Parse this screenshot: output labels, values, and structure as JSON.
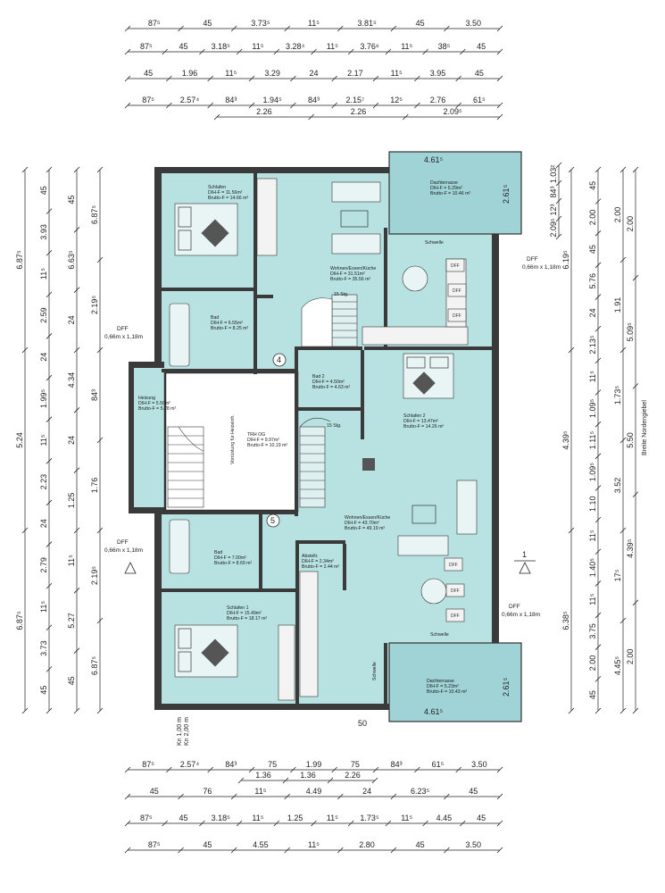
{
  "top_dimensions": [
    [
      "87⁵",
      "45",
      "3.73⁵",
      "11⁵",
      "3.81⁵",
      "45",
      "3.50"
    ],
    [
      "87⁵",
      "45",
      "3.18⁵",
      "11⁵",
      "3.28⁴",
      "11⁵",
      "3.76⁶",
      "11⁵",
      "38⁵",
      "45"
    ],
    [
      "45",
      "1.96",
      "11⁵",
      "3.29",
      "24",
      "2.17",
      "11⁵",
      "3.95",
      "45"
    ],
    [
      "87⁵",
      "2.57⁴",
      "84³",
      "1.94⁵",
      "84³",
      "2.15⁷",
      "12⁵",
      "2.76",
      "61⁵"
    ],
    [
      "2.26",
      "2.26",
      "2.09⁵"
    ]
  ],
  "bottom_dimensions": [
    [
      "87⁵",
      "2.57⁴",
      "84³",
      "75",
      "1.99",
      "75",
      "84³",
      "61⁵",
      "3.50"
    ],
    [
      "1.36",
      "1.36",
      "2.26"
    ],
    [
      "45",
      "76",
      "11⁵",
      "4.49",
      "24",
      "6.23⁵",
      "45"
    ],
    [
      "87⁵",
      "45",
      "3.18⁵",
      "11⁵",
      "1.25",
      "11⁵",
      "1.73⁵",
      "11⁵",
      "4.45",
      "45"
    ],
    [
      "87⁵",
      "45",
      "4.55",
      "11⁵",
      "2.80",
      "45",
      "3.50"
    ]
  ],
  "left_dimensions": [
    [
      "6.87⁵",
      "5.24",
      "6.87⁵"
    ],
    [
      "45",
      "3.93",
      "11⁵",
      "2.59",
      "24",
      "1.99⁵",
      "11⁵",
      "2.23",
      "24",
      "2.79",
      "11⁵",
      "3.73",
      "45"
    ],
    [
      "45",
      "6.63⁵",
      "24",
      "4.34",
      "24",
      "1.25",
      "11⁵",
      "5.27",
      "45"
    ],
    [
      "6.87⁵",
      "2.19⁵",
      "84³",
      "1.76",
      "2.19⁵",
      "6.87⁵"
    ]
  ],
  "right_dimensions": [
    [
      "1.03²",
      "84³",
      "12³",
      "2.09⁵"
    ],
    [
      "6.19⁵",
      "4.39⁵",
      "6.38⁵"
    ],
    [
      "45",
      "2.00",
      "45",
      "5.76",
      "24",
      "2.13⁵",
      "11⁵",
      "1.09⁵",
      "1.11⁵",
      "1.09⁵",
      "1.10",
      "11⁵",
      "1.40⁵",
      "11⁵",
      "3.75",
      "2.00",
      "45"
    ],
    [
      "2.00",
      "1.91",
      "1.73⁵",
      "3.52",
      "17⁵",
      "4.45⁵"
    ],
    [
      "2.00",
      "5.09⁵",
      "5.50",
      "4.39⁵",
      "2.00"
    ]
  ],
  "right_note": "Breite Nordengiebel",
  "section_marker": "1",
  "rooms": {
    "schlafen_top": {
      "name": "Schlafen",
      "dih": "DIH-F = 11.56m²",
      "brutto": "Brutto-F = 14.66 m²"
    },
    "bad_top": {
      "name": "Bad",
      "dih": "DIH-F = 6.55m²",
      "brutto": "Brutto-F = 8.25 m²"
    },
    "wohnen_top": {
      "name": "Wohnen/Essen/Küche",
      "dih": "DIH-F = 31.51m²",
      "brutto": "Brutto-F = 35.56 m²"
    },
    "terrasse_top": {
      "name": "Dachterrasse",
      "dih": "DIH-F = 5.29m²",
      "brutto": "Brutto-F = 10.46 m²"
    },
    "heizung": {
      "name": "Heizung",
      "dih": "DIH-F = 5.50m²",
      "brutto": "Brutto-F = 5.78 m²"
    },
    "trh": {
      "name": "TRH OG",
      "dih": "DIH-F = 9.97m²",
      "brutto": "Brutto-F = 10.19 m²"
    },
    "vorrueistung": {
      "name": "Vorrüstung für Heizeinh."
    },
    "bad2": {
      "name": "Bad 2",
      "dih": "DIH-F = 4.50m²",
      "brutto": "Brutto-F = 4.63 m²"
    },
    "schlafen2": {
      "name": "Schlafen 2",
      "dih": "DIH-F = 13.47m²",
      "brutto": "Brutto-F = 14.26 m²"
    },
    "wohnen_bottom": {
      "name": "Wohnen/Essen/Küche",
      "dih": "DIH-F = 43.70m²",
      "brutto": "Brutto-F = 49.19 m²"
    },
    "bad_bottom": {
      "name": "Bad",
      "dih": "DIH-F = 7.00m²",
      "brutto": "Brutto-F = 8.69 m²"
    },
    "abstellraum": {
      "name": "Abstellr.",
      "dih": "DIH-F = 2.34m²",
      "brutto": "Brutto-F = 2.44 m²"
    },
    "schlafen1": {
      "name": "Schlafen 1",
      "dih": "DIH-F = 15.49m²",
      "brutto": "Brutto-F = 18.17 m²"
    },
    "terrasse_bottom": {
      "name": "Dachterrasse",
      "dih": "DIH-F = 5.23m²",
      "brutto": "Brutto-F = 10.43 m²"
    }
  },
  "stair_labels": {
    "top": "15 Stg.",
    "bottom": "15 Stg."
  },
  "terrace_dims": {
    "top": "4.61⁵",
    "bottom": "4.61⁵",
    "side_top": "2.61⁵",
    "side_bottom": "2.61⁵"
  },
  "dff": {
    "left_top": {
      "label": "DFF",
      "size": "0,66m x 1,18m"
    },
    "left_bottom": {
      "label": "DFF",
      "size": "0,66m x 1,18m"
    },
    "right_top": {
      "label": "DFF",
      "size": "0,66m x 1,18m"
    },
    "right_bottom": {
      "label": "DFF",
      "size": "0,66m x 1,18m"
    }
  },
  "schwelle": [
    "Schwelle",
    "Schwelle",
    "Schwelle"
  ],
  "unit_markers": [
    "4",
    "5"
  ],
  "misc": {
    "fifty": "50",
    "knie_a": "Kn 1,00 m",
    "knie_b": "Kn 2,00 m",
    "dff_box": "DFF"
  }
}
